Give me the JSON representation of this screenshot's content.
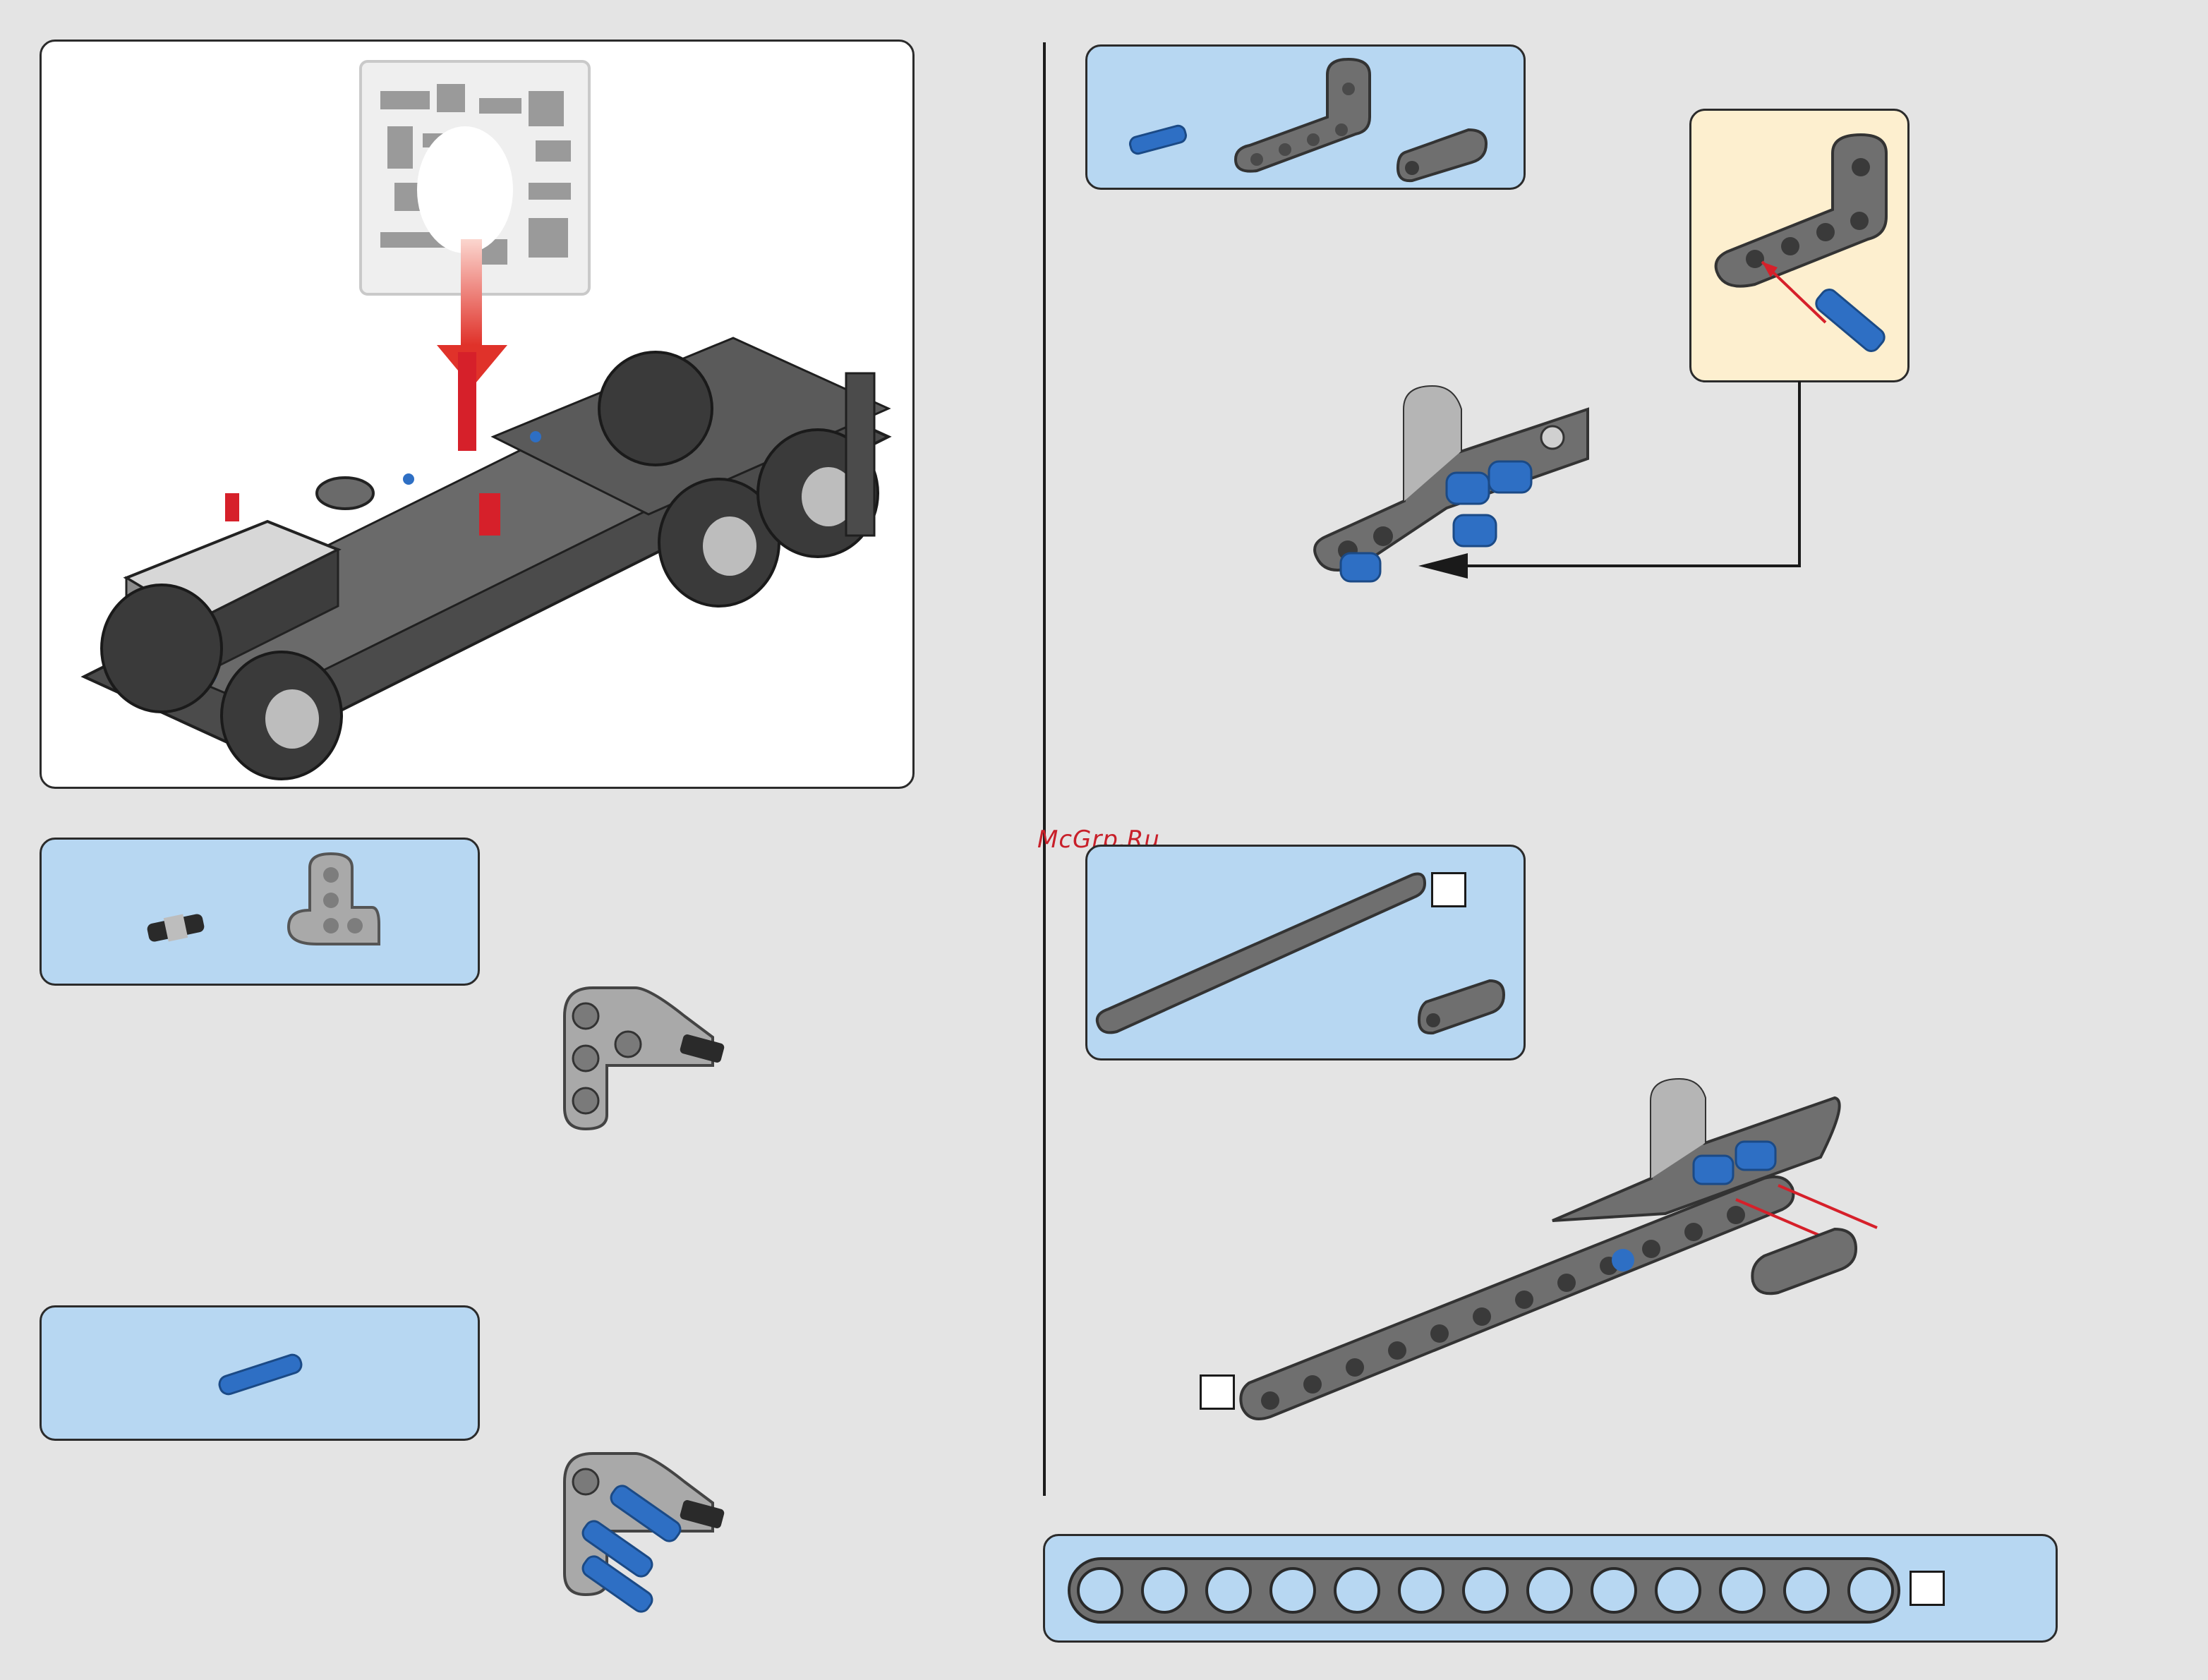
{
  "watermark": {
    "text": "McGrp.Ru",
    "color": "#c8202a"
  },
  "colors": {
    "background": "#e4e4e4",
    "parts_panel": "#b7d7f2",
    "callout_panel": "#fdefcf",
    "model_panel": "#ffffff",
    "part_dark_gray": "#6f6f6f",
    "part_light_gray": "#a8a8a8",
    "pin_blue": "#2e6fc4",
    "pin_black": "#2a2a2a",
    "accent_red": "#d6202a"
  },
  "icons": {
    "parts_bag": "parts-bag-icon",
    "insert_arrow": "down-arrow-icon",
    "callout_arrow": "callout-arrow-icon",
    "beam_ruler": "beam-length-ruler-icon"
  },
  "pages": {
    "left": {
      "overview": {
        "image": "truck-chassis-model"
      },
      "step_a": {
        "parts": [
          "black-friction-pin-with-bush",
          "light-gray-t-liftarm"
        ]
      },
      "step_b": {
        "parts": [
          "blue-long-pin"
        ]
      }
    },
    "right": {
      "step_c": {
        "parts": [
          "blue-pin",
          "dark-gray-l-liftarm",
          "dark-gray-connector"
        ]
      },
      "step_d": {
        "parts": [
          "dark-gray-13-beam",
          "dark-gray-connector"
        ]
      },
      "ruler": {
        "holes": 13
      }
    }
  }
}
